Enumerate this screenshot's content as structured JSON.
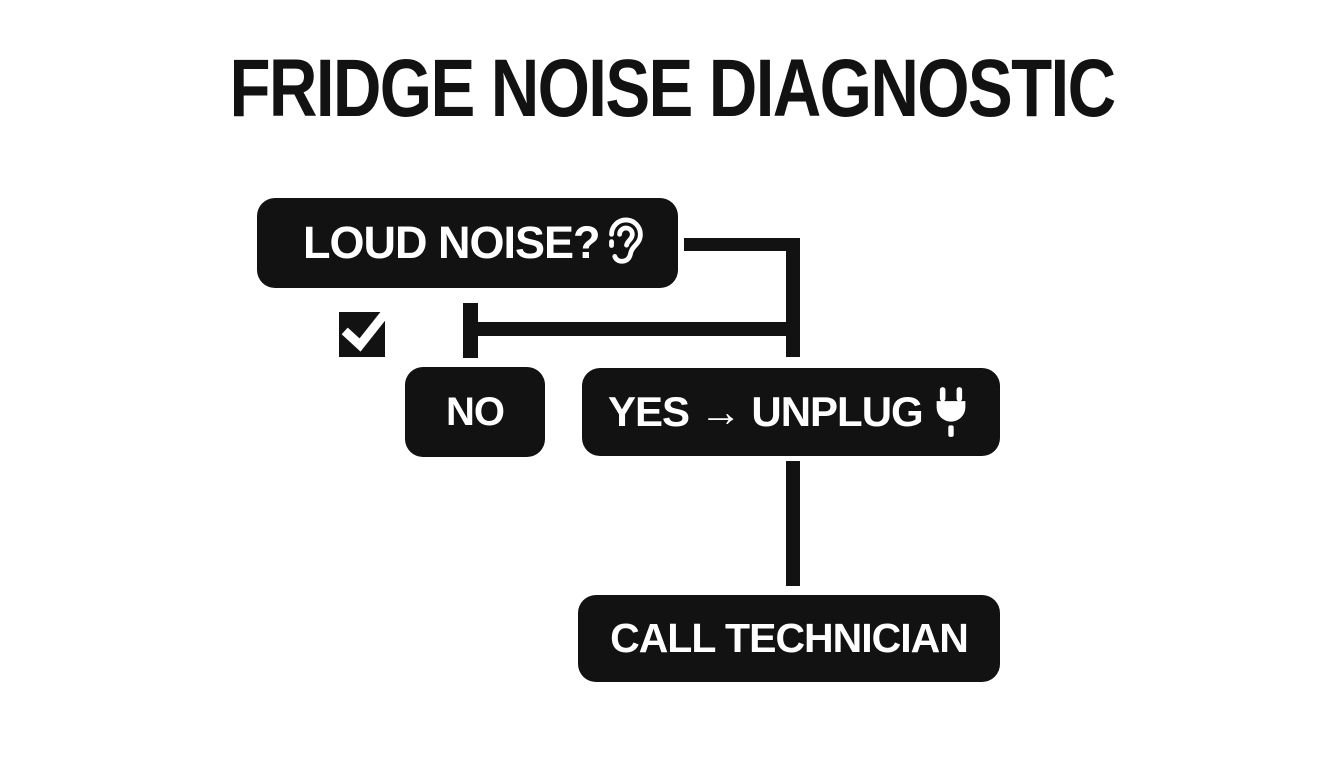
{
  "title": "FRIDGE NOISE DIAGNOSTIC",
  "colors": {
    "background": "#FFFFFF",
    "node_fill": "#121212",
    "node_text": "#FFFFFF",
    "connector": "#121212"
  },
  "flowchart": {
    "type": "decision-flowchart",
    "nodes": {
      "loud_noise": {
        "label": "LOUD NOISE?",
        "icon": "ear-icon"
      },
      "no": {
        "label": "NO"
      },
      "yes_unplug": {
        "label": "YES → UNPLUG",
        "icon": "plug-icon"
      },
      "call_technician": {
        "label": "CALL TECHNICIAN"
      }
    },
    "decorations": [
      {
        "icon": "checkbox-checked-icon",
        "position": "left-of-no-branch"
      }
    ],
    "edges": [
      {
        "from": "loud_noise",
        "to": "no"
      },
      {
        "from": "loud_noise",
        "to": "yes_unplug"
      },
      {
        "from": "yes_unplug",
        "to": "call_technician"
      }
    ]
  }
}
